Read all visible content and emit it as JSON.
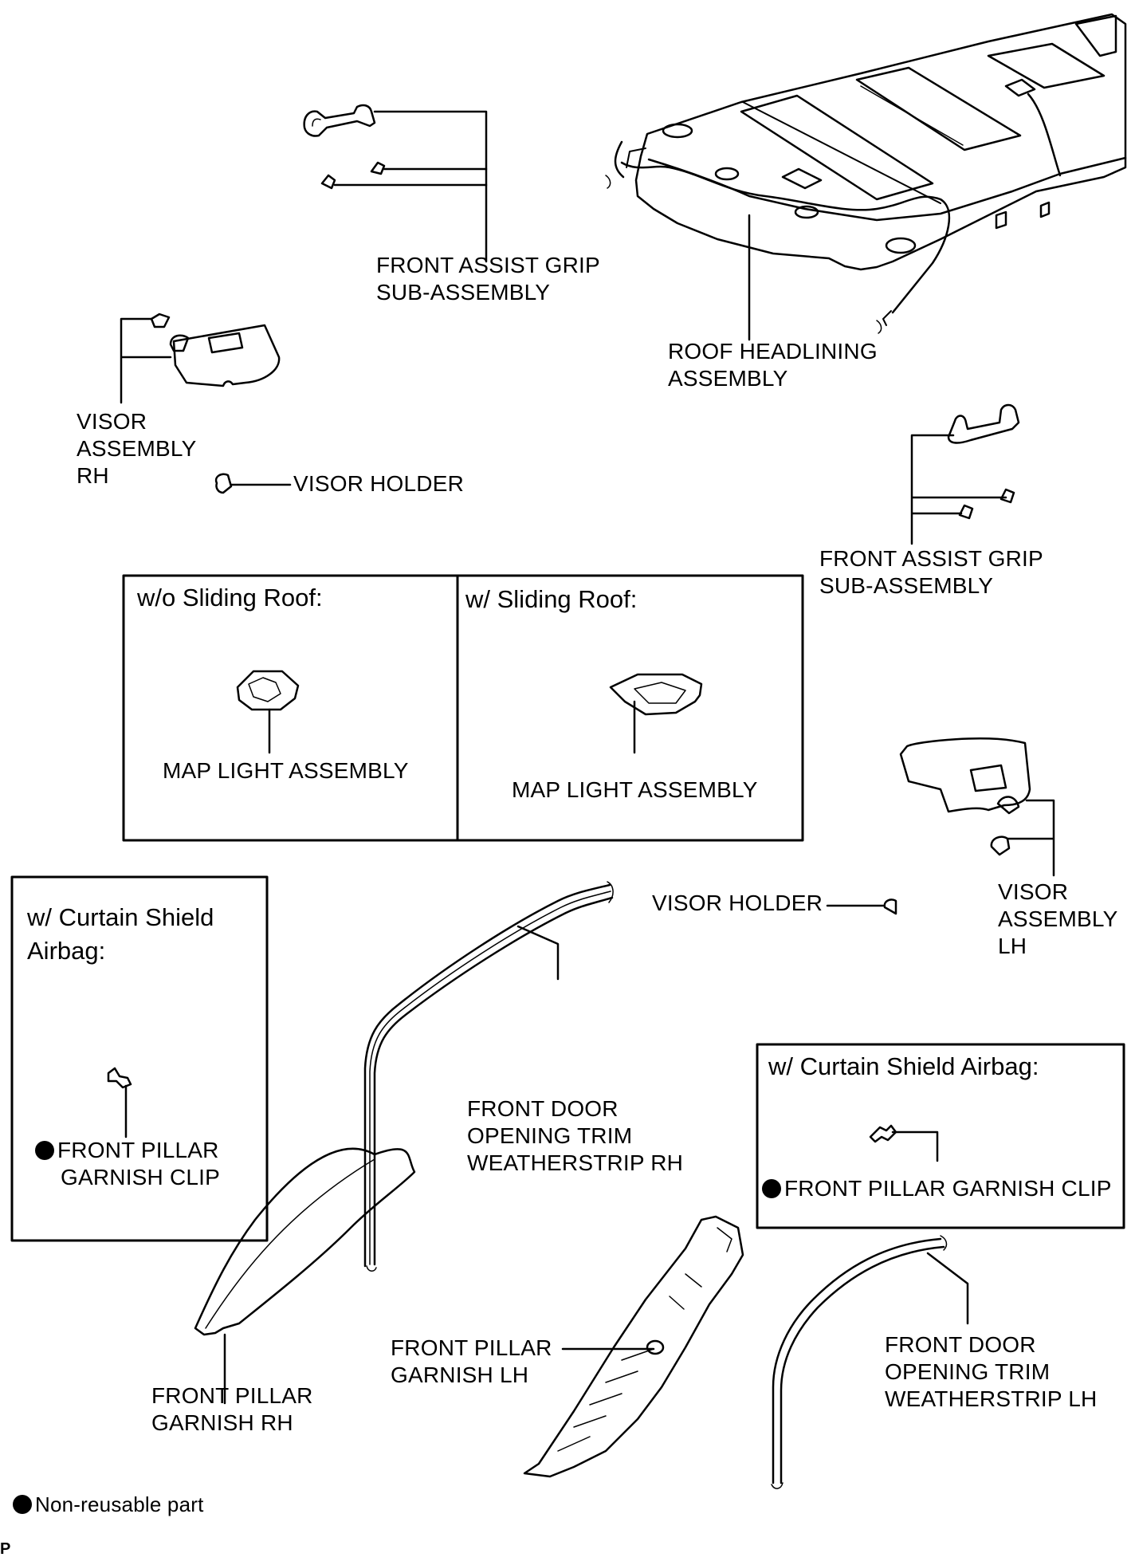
{
  "labels": {
    "front_assist_grip_rh": [
      "FRONT ASSIST GRIP",
      "SUB-ASSEMBLY"
    ],
    "roof_headlining": [
      "ROOF HEADLINING",
      "ASSEMBLY"
    ],
    "visor_rh": [
      "VISOR",
      "ASSEMBLY",
      "RH"
    ],
    "visor_holder_rh": "VISOR HOLDER",
    "front_assist_grip_lh": [
      "FRONT ASSIST GRIP",
      "SUB-ASSEMBLY"
    ],
    "map_light_wo": "MAP LIGHT ASSEMBLY",
    "map_light_w": "MAP LIGHT ASSEMBLY",
    "visor_holder_lh": "VISOR HOLDER",
    "visor_lh": [
      "VISOR",
      "ASSEMBLY",
      "LH"
    ],
    "pillar_clip_rh": [
      "FRONT PILLAR",
      "GARNISH CLIP"
    ],
    "weatherstrip_rh": [
      "FRONT DOOR",
      "OPENING TRIM",
      "WEATHERSTRIP RH"
    ],
    "pillar_clip_lh": "FRONT PILLAR GARNISH CLIP",
    "pillar_garnish_lh": [
      "FRONT PILLAR",
      "GARNISH LH"
    ],
    "weatherstrip_lh": [
      "FRONT DOOR",
      "OPENING TRIM",
      "WEATHERSTRIP LH"
    ],
    "pillar_garnish_rh": [
      "FRONT PILLAR",
      "GARNISH RH"
    ]
  },
  "boxes": {
    "wo_sliding_roof": "w/o Sliding Roof:",
    "w_sliding_roof": "w/ Sliding Roof:",
    "curtain_left": [
      "w/ Curtain Shield",
      "Airbag:"
    ],
    "curtain_right": "w/ Curtain Shield Airbag:"
  },
  "legend": "Non-reusable part",
  "code": "P"
}
